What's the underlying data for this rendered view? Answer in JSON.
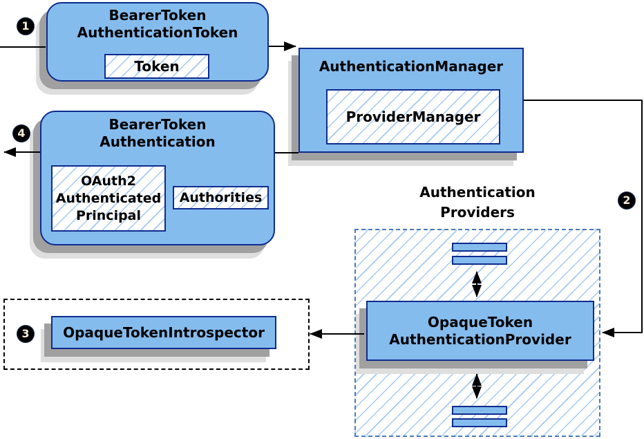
{
  "colors": {
    "node_fill": "#85BCEE",
    "node_border": "#0D2B8E",
    "hatch_line": "#A5C8F0",
    "dash_blue": "#4878B8",
    "shadow_dark": "#A0A0A0",
    "shadow_light": "#DEDEDE",
    "wire": "#000000",
    "badge_bg": "#000000",
    "badge_text": "#F8EDD8"
  },
  "badges": [
    {
      "label": "1"
    },
    {
      "label": "2"
    },
    {
      "label": "3"
    },
    {
      "label": "4"
    }
  ],
  "nodes": {
    "bearer_token_authentication_token": {
      "title": [
        "BearerToken",
        "AuthenticationToken"
      ],
      "token_label": "Token"
    },
    "authentication_manager": {
      "title": "AuthenticationManager",
      "provider_manager_label": "ProviderManager"
    },
    "bearer_token_authentication": {
      "title": [
        "BearerToken",
        "Authentication"
      ],
      "principal_label": [
        "OAuth2",
        "Authenticated",
        "Principal"
      ],
      "authorities_label": "Authorities"
    },
    "opaque_token_introspector": {
      "title": "OpaqueTokenIntrospector"
    },
    "providers_group": {
      "label": [
        "Authentication",
        "Providers"
      ]
    },
    "opaque_token_authentication_provider": {
      "title": [
        "OpaqueToken",
        "AuthenticationProvider"
      ]
    }
  }
}
